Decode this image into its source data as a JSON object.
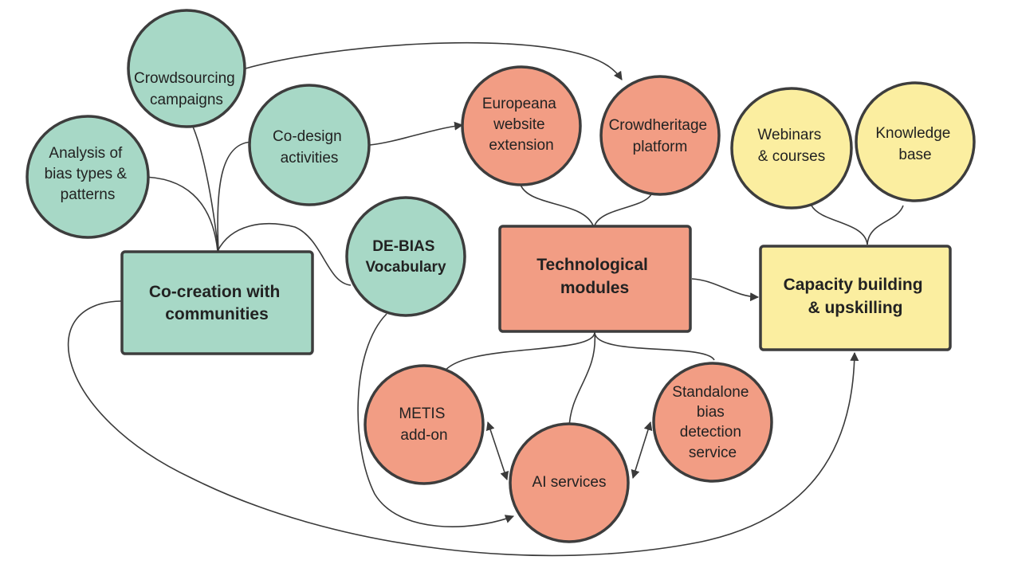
{
  "colors": {
    "green": "#a7d8c6",
    "salmon": "#f29d84",
    "yellow": "#fbeea0",
    "stroke": "#3d3d3d",
    "edge": "#3a3a3a"
  },
  "nodes": {
    "crowdsourcing": {
      "lines": [
        "Crowdsourcing",
        "campaigns"
      ]
    },
    "analysis": {
      "lines": [
        "Analysis of",
        "bias types &",
        "patterns"
      ]
    },
    "codesign": {
      "lines": [
        "Co-design",
        "activities"
      ]
    },
    "cocreation": {
      "lines": [
        "Co-creation with",
        "communities"
      ]
    },
    "debias": {
      "lines": [
        "DE-BIAS",
        "Vocabulary"
      ]
    },
    "europeana": {
      "lines": [
        "Europeana",
        "website",
        "extension"
      ]
    },
    "crowdheritage": {
      "lines": [
        "Crowdheritage",
        "platform"
      ]
    },
    "technological": {
      "lines": [
        "Technological",
        "modules"
      ]
    },
    "webinars": {
      "lines": [
        "Webinars",
        "& courses"
      ]
    },
    "knowledge": {
      "lines": [
        "Knowledge",
        "base"
      ]
    },
    "capacity": {
      "lines": [
        "Capacity building",
        "& upskilling"
      ]
    },
    "metis": {
      "lines": [
        "METIS",
        "add-on"
      ]
    },
    "ai": {
      "lines": [
        "AI services"
      ]
    },
    "standalone": {
      "lines": [
        "Standalone",
        "bias",
        "detection",
        "service"
      ]
    }
  }
}
